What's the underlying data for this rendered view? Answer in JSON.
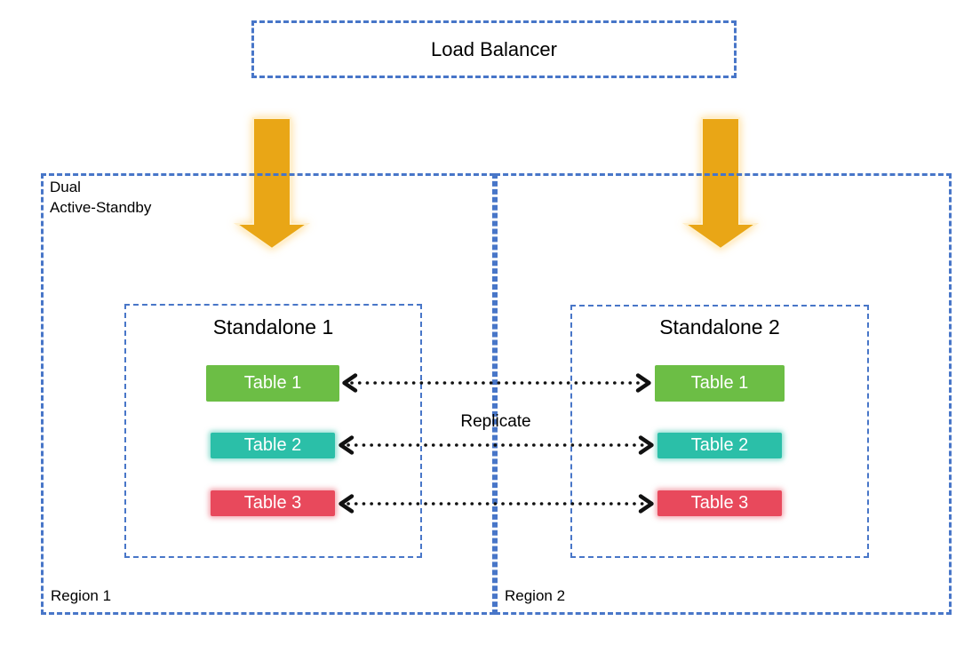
{
  "load_balancer": {
    "label": "Load Balancer"
  },
  "group_label": "Dual\nActive-Standby",
  "replicate_label": "Replicate",
  "regions": [
    {
      "label": "Region 1",
      "standalone": {
        "title": "Standalone 1",
        "tables": [
          {
            "label": "Table 1",
            "color": "#6cbe45"
          },
          {
            "label": "Table 2",
            "color": "#2bbfa8"
          },
          {
            "label": "Table 3",
            "color": "#e8495c"
          }
        ]
      }
    },
    {
      "label": "Region 2",
      "standalone": {
        "title": "Standalone 2",
        "tables": [
          {
            "label": "Table 1",
            "color": "#6cbe45"
          },
          {
            "label": "Table 2",
            "color": "#2bbfa8"
          },
          {
            "label": "Table 3",
            "color": "#e8495c"
          }
        ]
      }
    }
  ],
  "colors": {
    "dashed_border": "#4876c8",
    "flow_arrow": "#e9a617",
    "flow_arrow_glow": "#ffd98c",
    "replicate_arrow": "#111111",
    "table_text": "#ffffff",
    "text": "#000000"
  }
}
